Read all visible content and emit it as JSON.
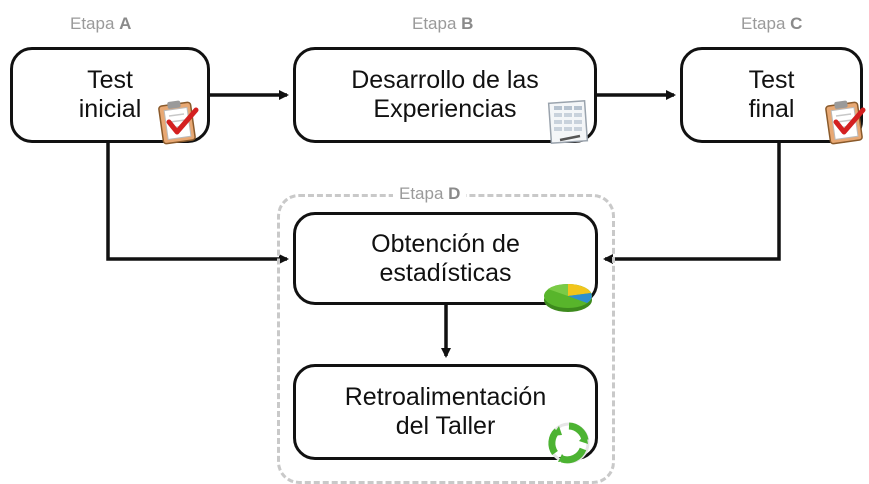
{
  "stages": {
    "a": {
      "prefix": "Etapa",
      "letter": "A"
    },
    "b": {
      "prefix": "Etapa",
      "letter": "B"
    },
    "c": {
      "prefix": "Etapa",
      "letter": "C"
    },
    "d": {
      "prefix": "Etapa",
      "letter": "D"
    }
  },
  "boxes": {
    "test_inicial": {
      "line1": "Test",
      "line2": "inicial",
      "icon": "clipboard-check-icon"
    },
    "desarrollo": {
      "line1": "Desarrollo de las",
      "line2": "Experiencias",
      "icon": "spreadsheet-icon"
    },
    "test_final": {
      "line1": "Test",
      "line2": "final",
      "icon": "clipboard-check-icon"
    },
    "estadisticas": {
      "line1": "Obtención de",
      "line2": "estadísticas",
      "icon": "pie-chart-icon"
    },
    "retro": {
      "line1": "Retroalimentación",
      "line2": "del Taller",
      "icon": "recycle-icon"
    }
  },
  "colors": {
    "stroke": "#111111",
    "stage_label": "#9a9a9a",
    "dashed_group": "#c9c9c9",
    "check_red": "#d42020",
    "pie_yellow": "#f2c51c",
    "pie_green": "#58b52b",
    "pie_blue": "#2f8fd0",
    "recycle_green": "#4cb332"
  }
}
